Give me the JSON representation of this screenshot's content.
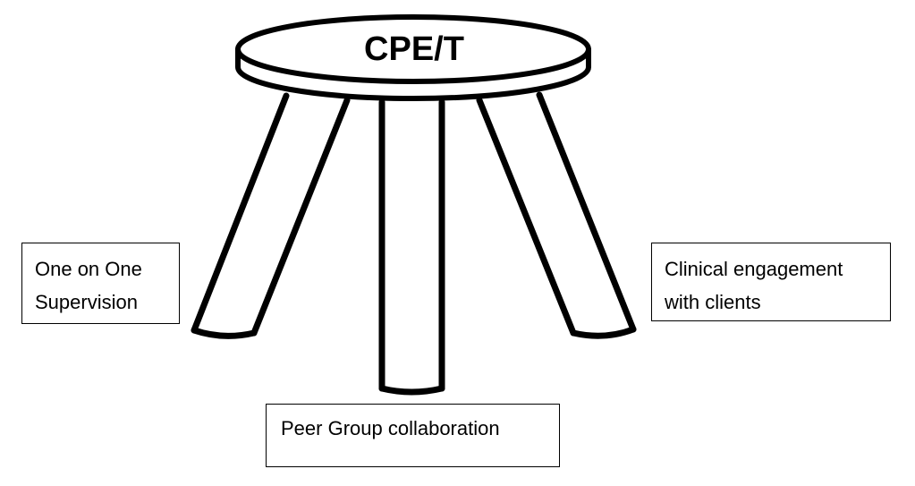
{
  "seat_label": "CPE/T",
  "legs": [
    {
      "lines": [
        "One on One",
        "Supervision"
      ]
    },
    {
      "lines": [
        "Peer Group collaboration"
      ]
    },
    {
      "lines": [
        "Clinical engagement",
        "with clients"
      ]
    }
  ],
  "colors": {
    "stroke": "#000000",
    "background": "#ffffff"
  }
}
